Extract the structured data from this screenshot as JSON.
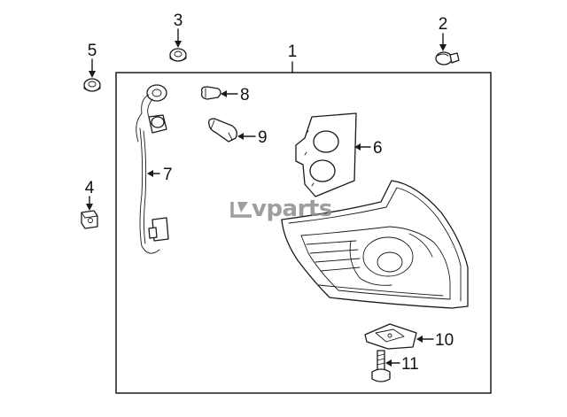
{
  "watermark": {
    "brand": "vparts",
    "color": "#8e8e8e"
  },
  "callouts": [
    "1",
    "2",
    "3",
    "4",
    "5",
    "6",
    "7",
    "8",
    "9",
    "10",
    "11"
  ],
  "colors": {
    "line": "#1a1a1a",
    "shade": "#d9d9d9",
    "background": "#ffffff"
  }
}
